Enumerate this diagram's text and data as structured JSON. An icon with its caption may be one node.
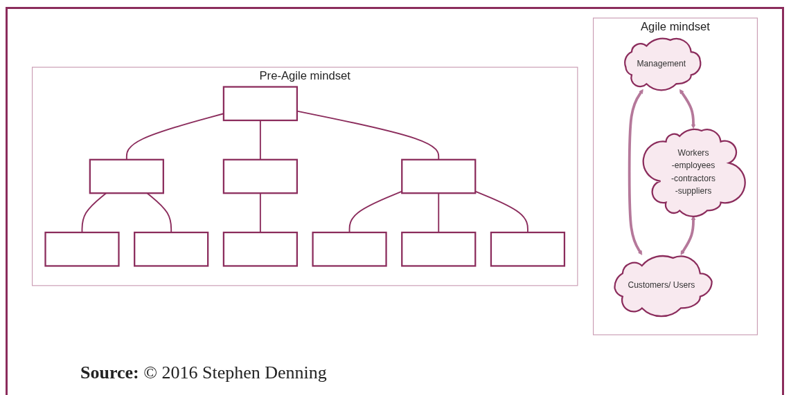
{
  "diagram": {
    "caption": "**Source:** © 2016 Stephen Denning",
    "nodes": [
      {
        "text": [
          "Pre-Agile mindset"
        ]
      },
      {
        "text": [],
        "shape": "box",
        "in": 0
      },
      {
        "text": [],
        "shape": "box",
        "in": 0
      },
      {
        "text": [],
        "shape": "box",
        "in": 0
      },
      {
        "text": [],
        "shape": "box",
        "in": 0
      },
      {
        "text": [],
        "shape": "box",
        "in": 0
      },
      {
        "text": [],
        "shape": "box",
        "in": 0
      },
      {
        "text": [],
        "shape": "box",
        "in": 0
      },
      {
        "text": [],
        "shape": "box",
        "in": 0
      },
      {
        "text": [],
        "shape": "box",
        "in": 0
      },
      {
        "text": [],
        "shape": "box",
        "in": 0
      },
      {
        "text": [
          "Agile mindset"
        ]
      },
      {
        "text": [
          "Management"
        ],
        "in": 11
      },
      {
        "text": [
          "Customers/ Users"
        ],
        "in": 11
      },
      {
        "text": [
          "Workers",
          "-employees",
          "-contractors",
          "-suppliers"
        ],
        "in": 11
      }
    ],
    "edges": [
      {
        "from": 1,
        "to": 2,
        "arrow": "none"
      },
      {
        "from": 1,
        "to": 3,
        "arrow": "none"
      },
      {
        "from": 1,
        "to": 4,
        "arrow": "none"
      },
      {
        "from": 2,
        "to": 5,
        "arrow": "none"
      },
      {
        "from": 2,
        "to": 6,
        "arrow": "none"
      },
      {
        "from": 3,
        "to": 7,
        "arrow": "none"
      },
      {
        "from": 4,
        "to": 8,
        "arrow": "none"
      },
      {
        "from": 4,
        "to": 9,
        "arrow": "none"
      },
      {
        "from": 4,
        "to": 10,
        "arrow": "none"
      },
      {
        "from": 12,
        "to": 13,
        "arrow": "both",
        "style": "thick",
        "color": "#b5789a"
      },
      {
        "from": 14,
        "to": 13,
        "arrow": "both",
        "style": "thick",
        "color": "#b5789a"
      },
      {
        "from": 12,
        "to": 14,
        "arrow": "both",
        "style": "thick",
        "color": "#b5789a"
      }
    ]
  }
}
